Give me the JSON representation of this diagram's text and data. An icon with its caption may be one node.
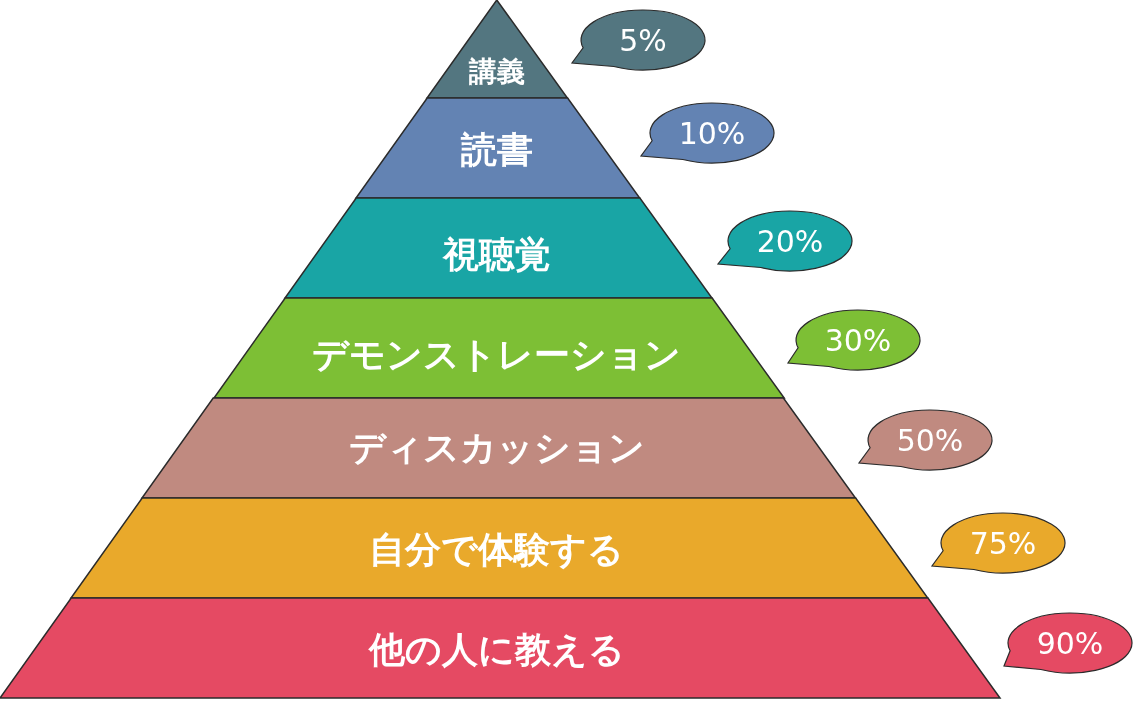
{
  "diagram": {
    "nodes": [
      {
        "text": [
          "講義"
        ]
      },
      {
        "text": [
          "読書"
        ]
      },
      {
        "text": [
          "視聴覚"
        ]
      },
      {
        "text": [
          "デモンストレーション"
        ]
      },
      {
        "text": [
          "ディスカッション"
        ]
      },
      {
        "text": [
          "自分で体験する"
        ]
      },
      {
        "text": [
          "他の人に教える"
        ]
      },
      {
        "text": [
          "5%"
        ]
      },
      {
        "text": [
          "10%"
        ]
      },
      {
        "text": [
          "20%"
        ]
      },
      {
        "text": [
          "30%"
        ]
      },
      {
        "text": [
          "50%"
        ]
      },
      {
        "text": [
          "75%"
        ]
      },
      {
        "text": [
          "90%"
        ]
      }
    ]
  }
}
